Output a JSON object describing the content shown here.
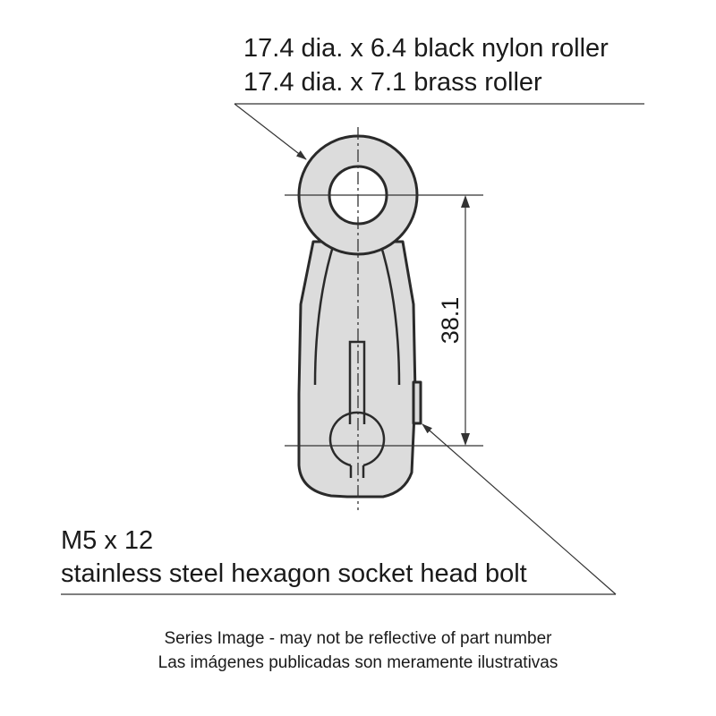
{
  "roller_callout": {
    "line1": "17.4 dia. x 6.4 black nylon roller",
    "line2": "17.4 dia. x 7.1 brass roller"
  },
  "bolt_callout": {
    "line1": "M5 x 12",
    "line2": "stainless steel hexagon socket head bolt"
  },
  "dimension": {
    "value": "38.1"
  },
  "captions": {
    "line1": "Series Image - may not be reflective of part number",
    "line2": "Las imágenes publicadas son meramente ilustrativas"
  },
  "colors": {
    "part_fill": "#dcdcdc",
    "line": "#333333"
  }
}
